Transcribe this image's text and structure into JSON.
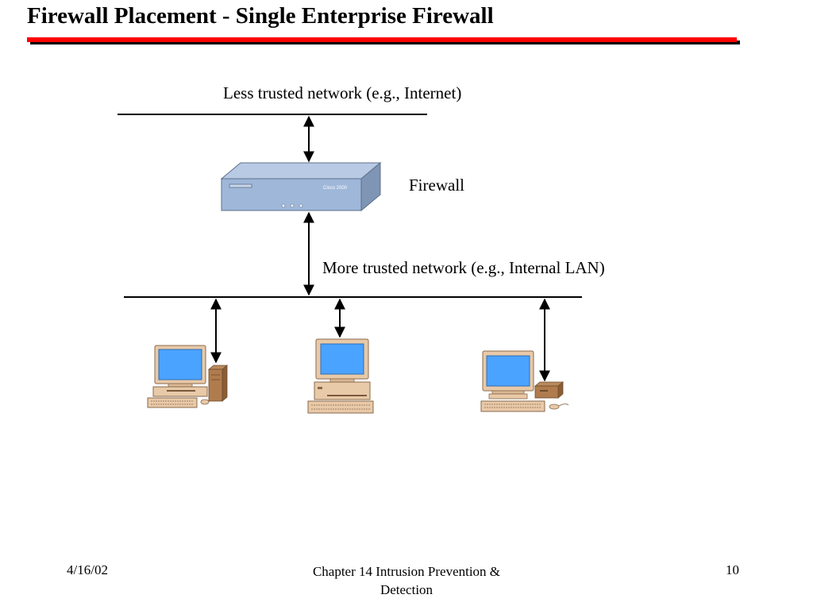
{
  "slide": {
    "title": "Firewall Placement - Single Enterprise Firewall"
  },
  "diagram": {
    "less_trusted_label": "Less trusted network (e.g., Internet)",
    "firewall_label": "Firewall",
    "firewall_device_text": "Cisco 2000",
    "more_trusted_label": "More trusted network (e.g., Internal LAN)"
  },
  "footer": {
    "date": "4/16/02",
    "chapter": "Chapter 14 Intrusion Prevention & Detection",
    "page": "10"
  },
  "colors": {
    "title_bar": "#ff0000",
    "firewall_body": "#9fb7d8",
    "monitor_screen": "#4aa3ff",
    "computer_case": "#e8c9a8"
  }
}
